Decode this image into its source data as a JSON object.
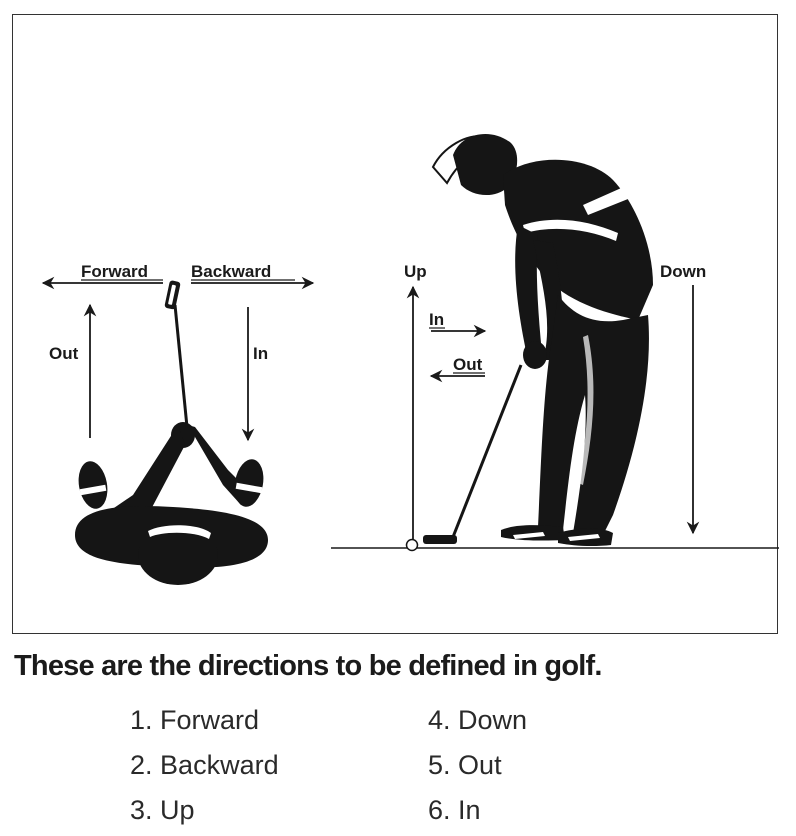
{
  "labels": {
    "forward": "Forward",
    "backward": "Backward",
    "out_left": "Out",
    "in_left": "In",
    "up": "Up",
    "down": "Down",
    "in_right": "In",
    "out_right": "Out"
  },
  "caption": "These are the directions to be defined in golf.",
  "list_left": [
    {
      "num": "1.",
      "text": "Forward"
    },
    {
      "num": "2.",
      "text": "Backward"
    },
    {
      "num": "3.",
      "text": "Up"
    }
  ],
  "list_right": [
    {
      "num": "4.",
      "text": "Down"
    },
    {
      "num": "5.",
      "text": "Out"
    },
    {
      "num": "6.",
      "text": "In"
    }
  ],
  "colors": {
    "ink": "#151515",
    "background": "#ffffff"
  },
  "icons": {
    "top_view_golfer": "golfer-top-view-icon",
    "side_view_golfer": "golfer-side-view-icon",
    "ball": "golf-ball-icon"
  }
}
